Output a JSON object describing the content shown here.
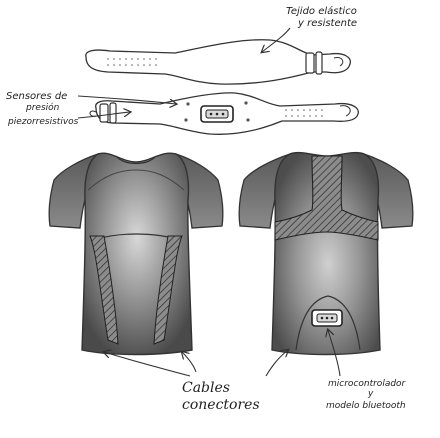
{
  "labels": {
    "fabric_line1": "Tejido elástico",
    "fabric_line2": "y resistente",
    "sensors_line1": "Sensores de",
    "sensors_line2": "presión",
    "sensors_line3": "piezorresistivos",
    "cables_line1": "Cables",
    "cables_line2": "conectores",
    "micro_line1": "microcontrolador",
    "micro_line2": "y",
    "micro_line3": "modelo bluetooth"
  },
  "colors": {
    "ink": "#222222",
    "shirt_dark": "#4a4a4a",
    "shirt_mid": "#7a7a7a",
    "shirt_light": "#c9c9c9",
    "hatch_band": "#9a9a9a"
  }
}
